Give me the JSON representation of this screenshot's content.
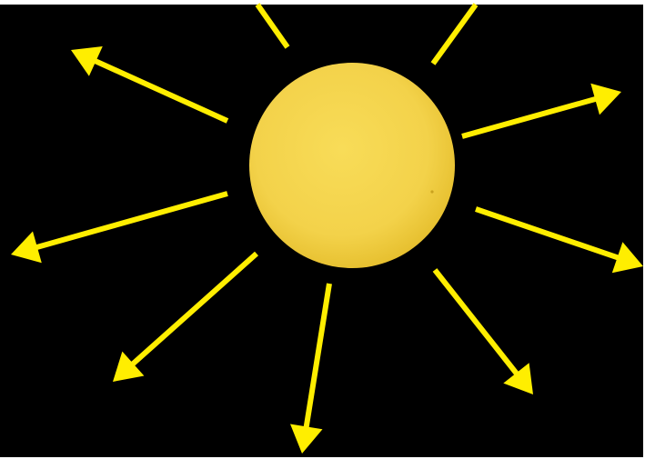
{
  "diagram": {
    "subject": "sun-emitting-radiation",
    "colors": {
      "background": "#000000",
      "sun_fill": "#f5d547",
      "sun_edge": "#e6bf2e",
      "ray": "#ffee00",
      "frame": "#ffffff"
    },
    "sun": {
      "icon": "sun-disc-icon"
    },
    "rays": [
      {
        "name": "ray-top-left-short",
        "icon": "line-icon",
        "has_arrowhead": false
      },
      {
        "name": "ray-top-right-short",
        "icon": "line-icon",
        "has_arrowhead": false
      },
      {
        "name": "arrow-upper-left",
        "icon": "arrow-icon",
        "has_arrowhead": true
      },
      {
        "name": "arrow-upper-right",
        "icon": "arrow-icon",
        "has_arrowhead": true
      },
      {
        "name": "arrow-left",
        "icon": "arrow-icon",
        "has_arrowhead": true
      },
      {
        "name": "arrow-right",
        "icon": "arrow-icon",
        "has_arrowhead": true
      },
      {
        "name": "arrow-lower-left",
        "icon": "arrow-icon",
        "has_arrowhead": true
      },
      {
        "name": "arrow-bottom",
        "icon": "arrow-icon",
        "has_arrowhead": true
      },
      {
        "name": "arrow-lower-right",
        "icon": "arrow-icon",
        "has_arrowhead": true
      }
    ]
  }
}
